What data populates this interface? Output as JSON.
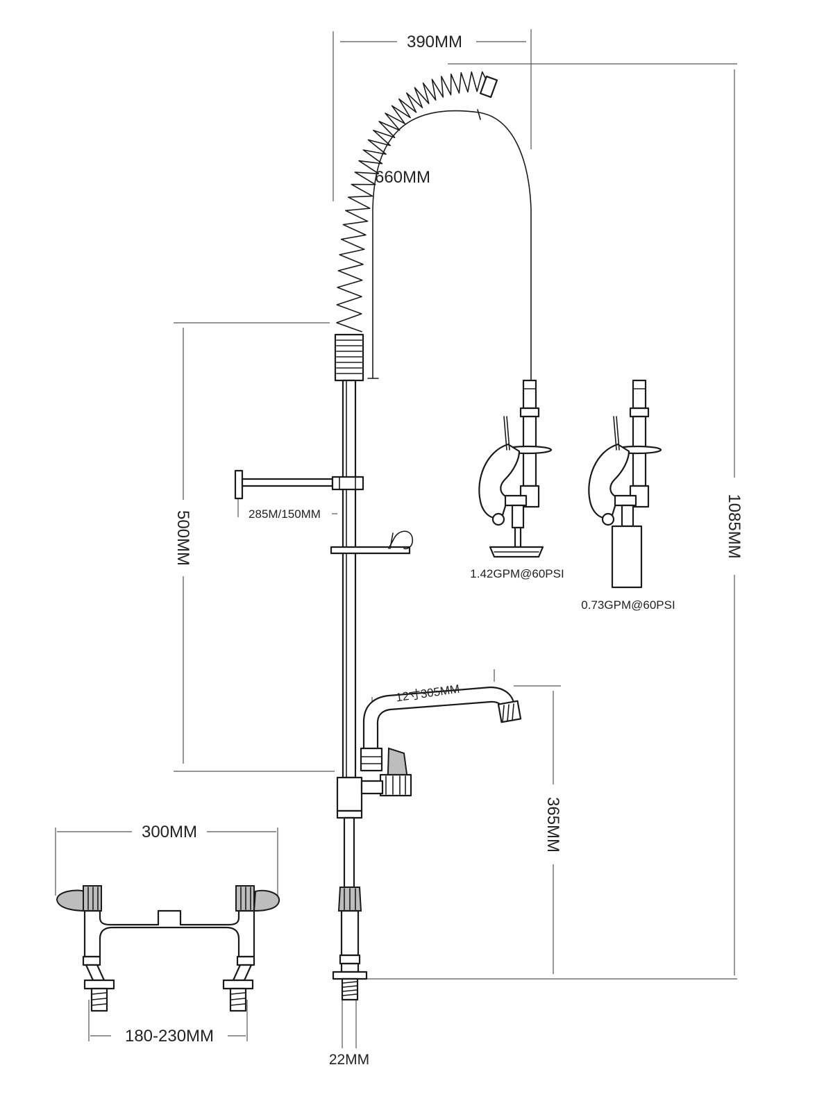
{
  "dimensions": {
    "spring_width": "390MM",
    "hose_length": "660MM",
    "total_height": "1085MM",
    "pole_height": "500MM",
    "arm_length": "285M/150MM",
    "spout_length": "12寸305MM",
    "spout_height": "365MM",
    "mixer_width": "300MM",
    "mixer_centers": "180-230MM",
    "inlet_diameter": "22MM"
  },
  "flow_rates": {
    "spray_valve_a": "1.42GPM@60PSI",
    "spray_valve_b": "0.73GPM@60PSI"
  }
}
